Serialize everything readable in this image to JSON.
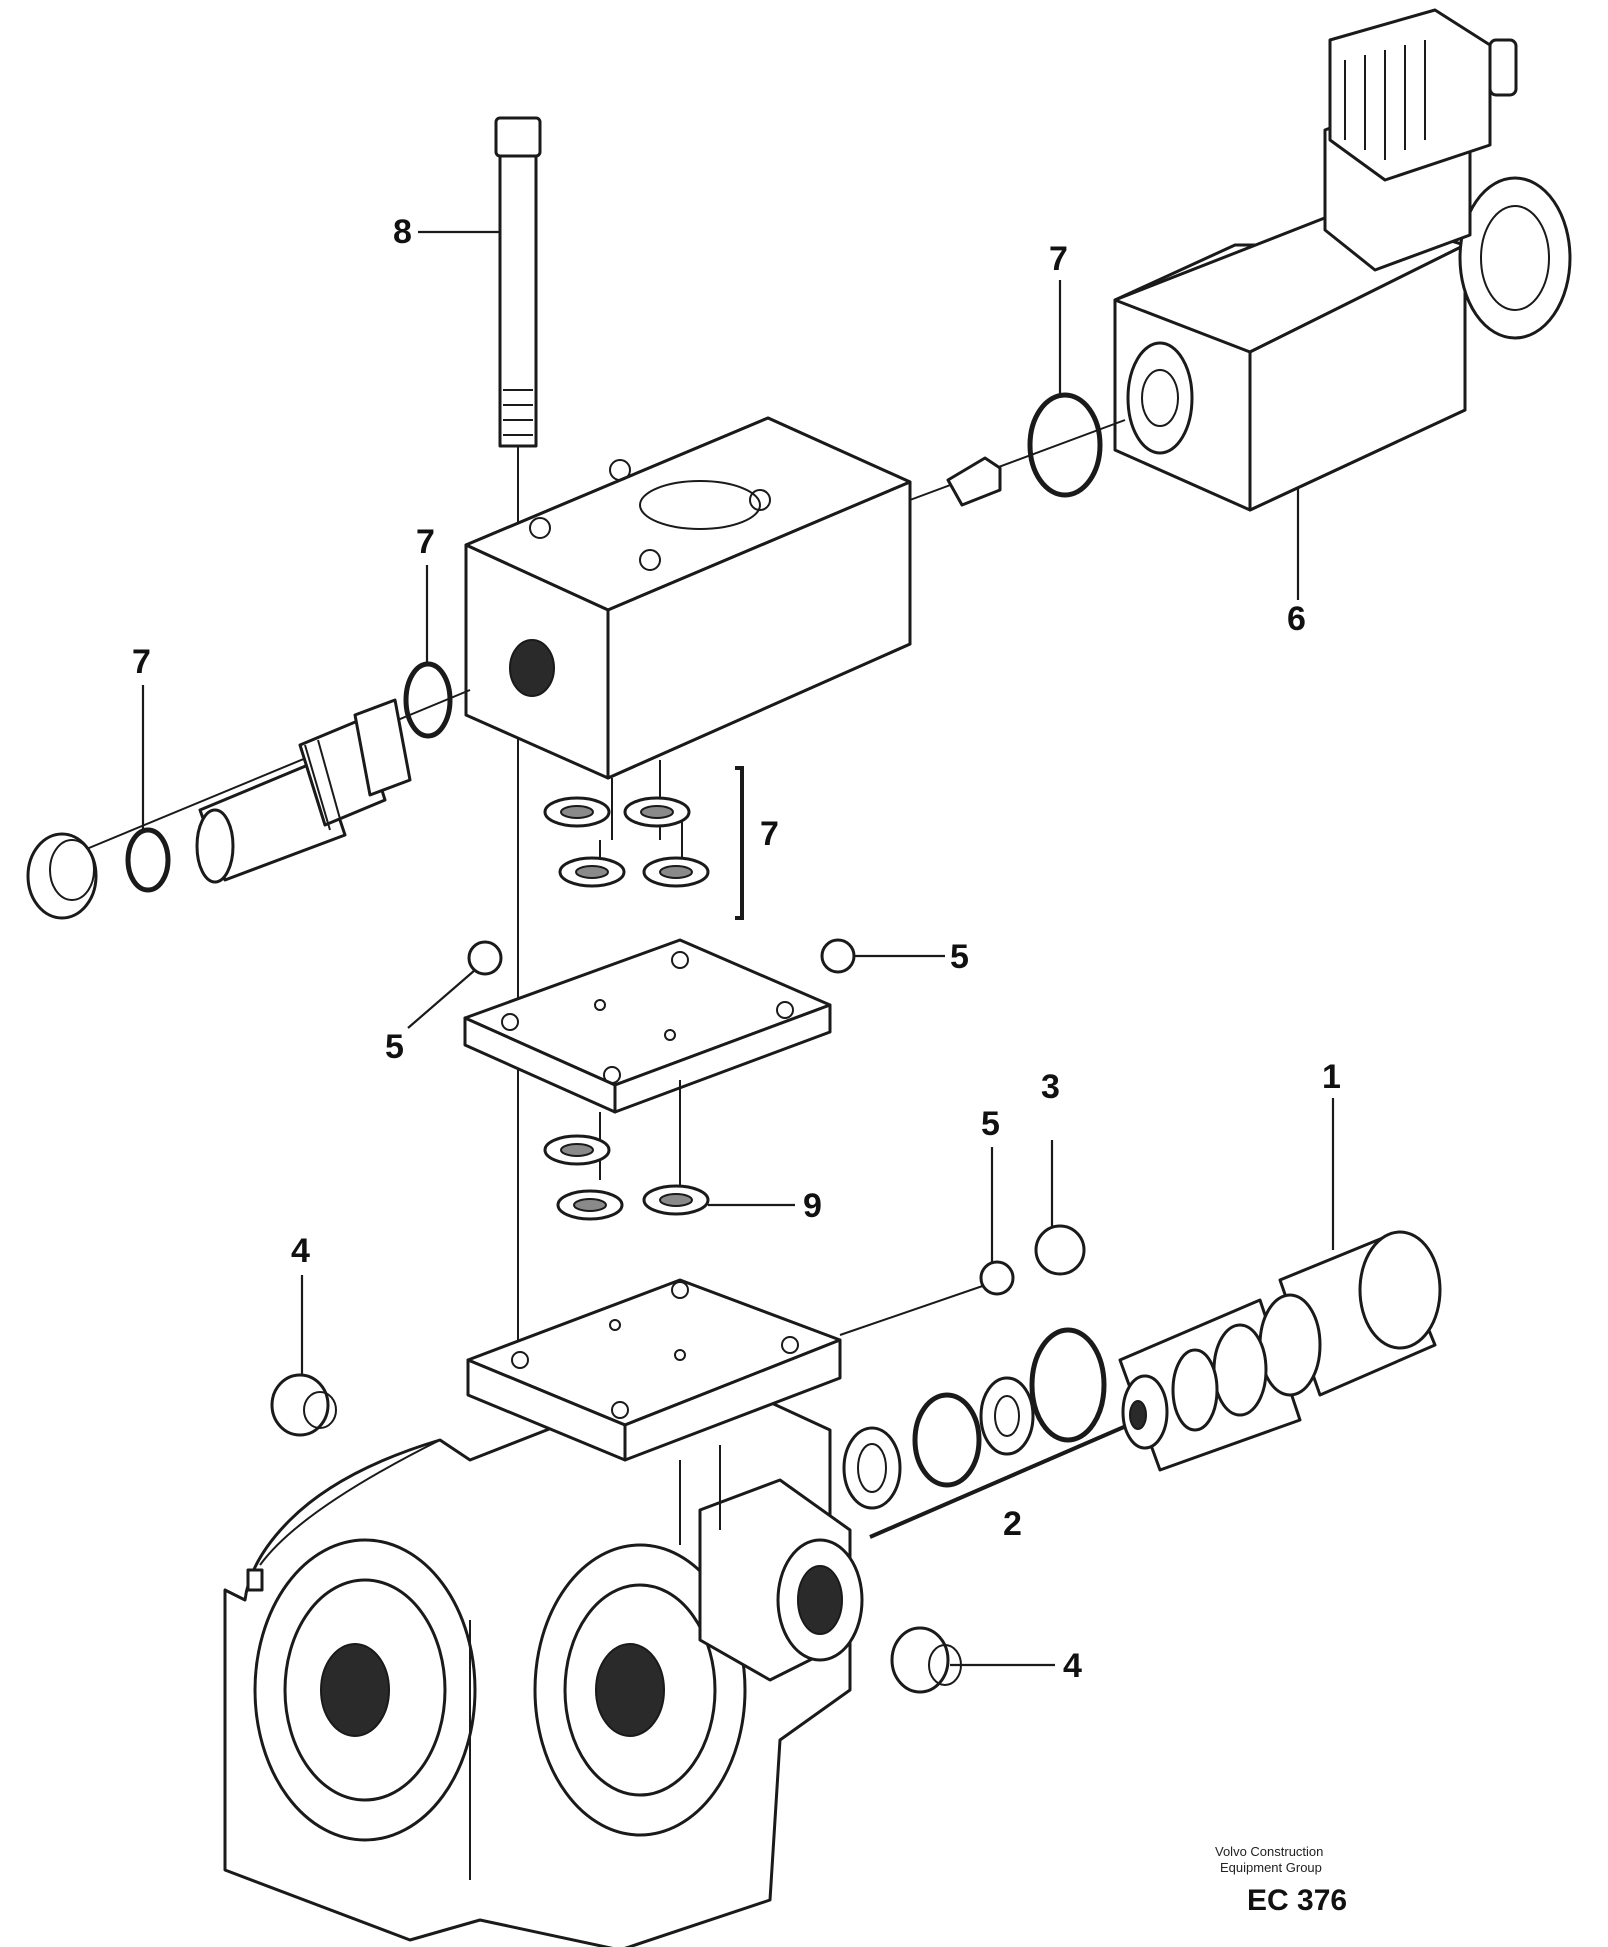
{
  "diagram": {
    "callouts": {
      "c8": "8",
      "c7_top": "7",
      "c7_mid": "7",
      "c7_left": "7",
      "c7_bracket": "7",
      "c6": "6",
      "c5_left": "5",
      "c5_right": "5",
      "c5_mid": "5",
      "c3": "3",
      "c1": "1",
      "c9": "9",
      "c4_left": "4",
      "c4_right": "4",
      "c2": "2"
    }
  },
  "footer": {
    "line1": "Volvo Construction",
    "line2": "Equipment Group",
    "code": "EC 376"
  }
}
